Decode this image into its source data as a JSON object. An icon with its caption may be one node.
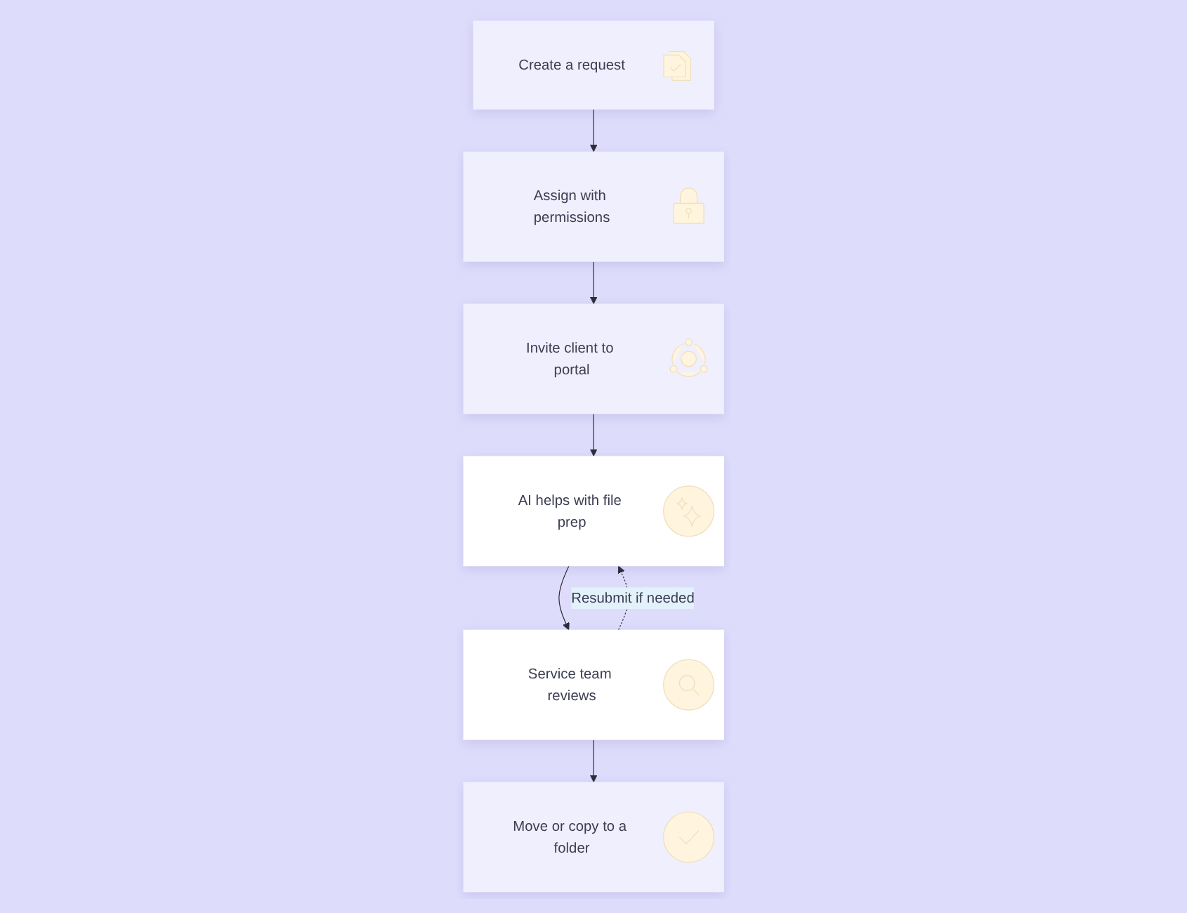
{
  "diagram": {
    "nodes": [
      {
        "text": [
          "Create a request"
        ]
      },
      {
        "text": [
          "Assign with permissions"
        ]
      },
      {
        "text": [
          "AI helps with file prep"
        ]
      },
      {
        "text": [
          "Invite client to portal"
        ]
      },
      {
        "text": [
          "Service team reviews"
        ]
      },
      {
        "text": [
          "Move or copy to a folder"
        ]
      }
    ],
    "edges": [
      {
        "from": 0,
        "to": 1,
        "arrow": "to"
      },
      {
        "from": 1,
        "to": 3,
        "arrow": "to"
      },
      {
        "from": 3,
        "to": 2,
        "arrow": "to"
      },
      {
        "from": 2,
        "to": 4,
        "arrow": "to"
      },
      {
        "from": 4,
        "to": 5,
        "arrow": "to"
      },
      {
        "from": 4,
        "to": 2,
        "arrow": "to",
        "label": "Resubmit if needed",
        "style": "dashed"
      }
    ]
  }
}
